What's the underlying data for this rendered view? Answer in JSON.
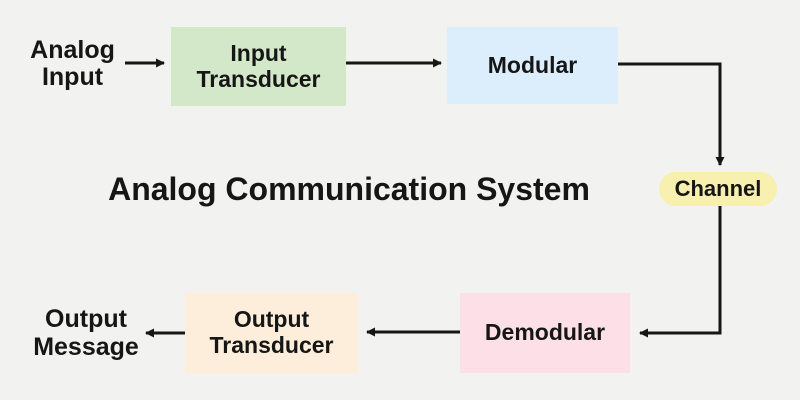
{
  "title": "Analog Communication System",
  "diagram": {
    "nodes": [
      {
        "id": "analog-input",
        "label": "Analog Input",
        "kind": "text",
        "color": null
      },
      {
        "id": "input-transducer",
        "label": "Input Transducer",
        "kind": "box",
        "color": "#d3e8c8"
      },
      {
        "id": "modular",
        "label": "Modular",
        "kind": "box",
        "color": "#dceefb"
      },
      {
        "id": "channel",
        "label": "Channel",
        "kind": "pill",
        "color": "#f7f0ae"
      },
      {
        "id": "demodular",
        "label": "Demodular",
        "kind": "box",
        "color": "#fcdfe7"
      },
      {
        "id": "output-transducer",
        "label": "Output Transducer",
        "kind": "box",
        "color": "#fceeda"
      },
      {
        "id": "output-message",
        "label": "Output Message",
        "kind": "text",
        "color": null
      }
    ],
    "edges": [
      {
        "from": "analog-input",
        "to": "input-transducer"
      },
      {
        "from": "input-transducer",
        "to": "modular"
      },
      {
        "from": "modular",
        "to": "channel"
      },
      {
        "from": "channel",
        "to": "demodular"
      },
      {
        "from": "demodular",
        "to": "output-transducer"
      },
      {
        "from": "output-transducer",
        "to": "output-message"
      }
    ]
  },
  "colors": {
    "background": "#f2f2f0",
    "arrow": "#161616",
    "text": "#161616"
  }
}
